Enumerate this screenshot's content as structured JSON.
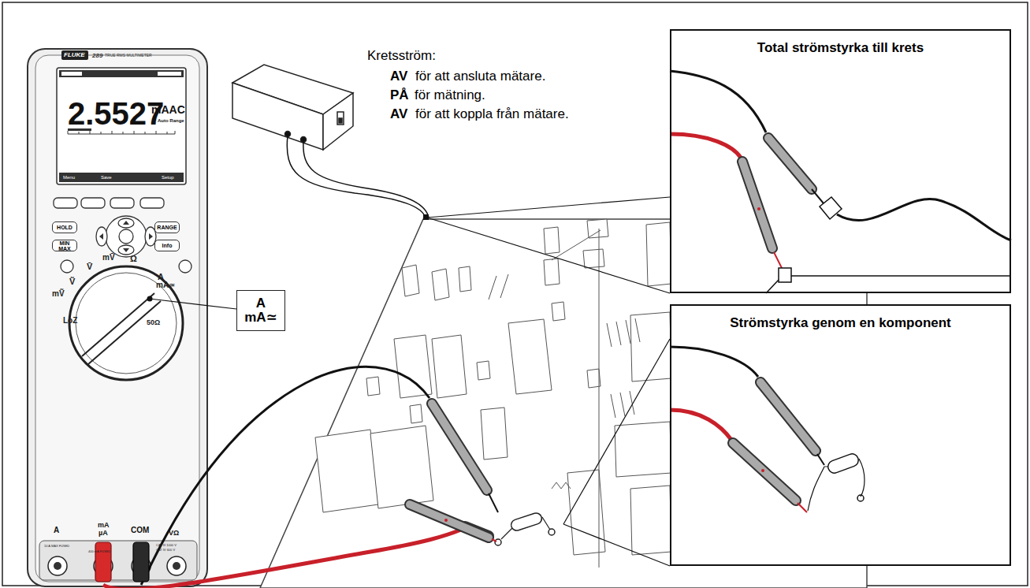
{
  "diagram": {
    "nodes": [
      {
        "text": [
          "HOLD"
        ]
      },
      {
        "text": [
          "RANGE"
        ]
      },
      {
        "text": [
          "MIN MAX"
        ]
      },
      {
        "text": [
          "Info"
        ]
      },
      {
        "text": [
          "A mA≃"
        ]
      },
      {
        "text": [
          "Total strömstyrka till krets"
        ]
      },
      {
        "text": [
          "Strömstyrka genom en komponent"
        ]
      }
    ],
    "labels": [
      "Kretsström:",
      "AV",
      "för att ansluta mätare.",
      "PÅ",
      "för mätning.",
      "AV",
      "för att koppla från mätare.",
      "FLUKE",
      "289",
      "TRUE RMS MULTIMETER",
      "2.5527",
      "mAAC",
      "Auto Range",
      "Menu",
      "Save",
      "Setup",
      "V̄",
      "mV̄",
      "Ω",
      "A",
      "mA≃",
      "Ṽ",
      "mṼ",
      "LoZ",
      "50Ω",
      "A",
      "mA",
      "µA",
      "COM",
      "VΩ",
      "10 A MAX FUSED",
      "400 mA FUSED",
      "CAT III 1000 V",
      "CAT IV 600 V"
    ]
  }
}
